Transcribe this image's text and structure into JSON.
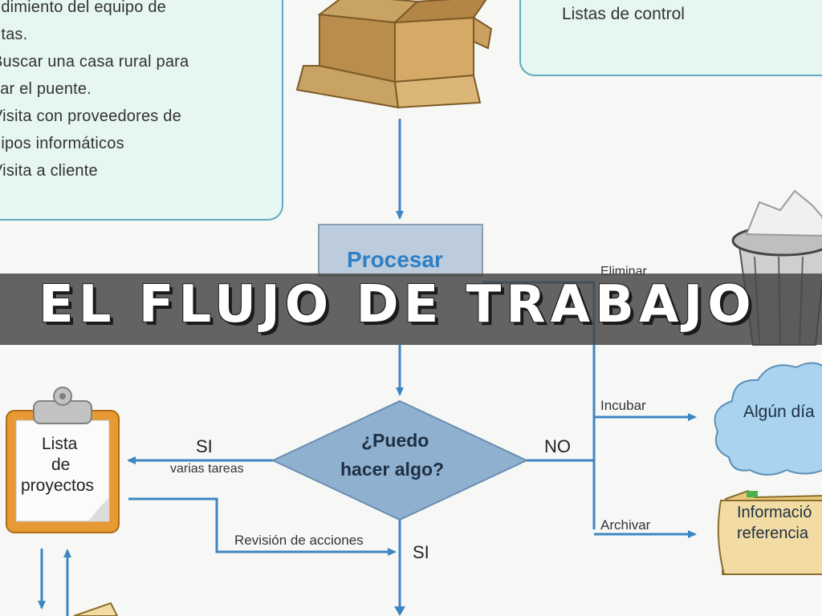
{
  "banner": {
    "title": "EL FLUJO DE TRABAJO"
  },
  "notes_card": {
    "items": [
      "ndimiento del equipo de",
      "ntas.",
      "Buscar una casa rural para",
      "sar el puente.",
      "Visita con proveedores de",
      "uipos informáticos",
      "Visita a cliente"
    ]
  },
  "lists_card": {
    "item": "Listas de control"
  },
  "nodes": {
    "procesar": "Procesar",
    "decision_line1": "¿Puedo",
    "decision_line2": "hacer algo?",
    "proyectos_line1": "Lista",
    "proyectos_line2": "de",
    "proyectos_line3": "proyectos",
    "algun_dia": "Algún día",
    "referencia_line1": "Informació",
    "referencia_line2": "referencia"
  },
  "edge_labels": {
    "eliminar": "Eliminar",
    "incubar": "Incubar",
    "archivar": "Archivar",
    "si_left": "SI",
    "varias_tareas": "varias tareas",
    "no": "NO",
    "revision": "Revisión de acciones",
    "si_bottom": "SI"
  },
  "colors": {
    "card_bg": "#e6f6f3",
    "card_border": "#5fa9bf",
    "arrow": "#3d86c2",
    "decision_fill": "#8fb0cf",
    "procesar_fill": "#bcccdc",
    "procesar_text": "#2f7fc4",
    "cloud_fill": "#a9d3ef",
    "folder_fill": "#f2dca3",
    "clipboard_frame": "#e79a33",
    "box_fill": "#c9a363",
    "banner_bg": "#4f4f4f"
  }
}
